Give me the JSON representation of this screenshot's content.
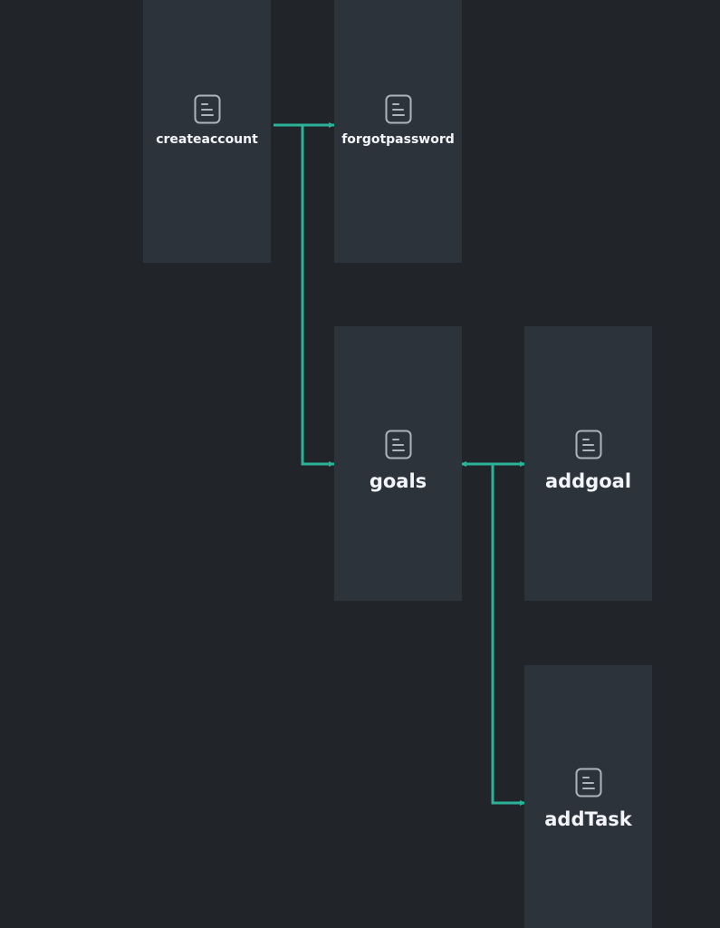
{
  "colors": {
    "background": "#212529",
    "node": "#2d333b",
    "connector": "#2bb39a",
    "icon_stroke": "#aeb4bd",
    "label": "#f2f4f7"
  },
  "nodes": [
    {
      "id": "createaccount",
      "label": "createaccount",
      "icon": "page-icon"
    },
    {
      "id": "forgotpassword",
      "label": "forgotpassword",
      "icon": "page-icon"
    },
    {
      "id": "goals",
      "label": "goals",
      "icon": "page-icon"
    },
    {
      "id": "addgoal",
      "label": "addgoal",
      "icon": "page-icon"
    },
    {
      "id": "addTask",
      "label": "addTask",
      "icon": "page-icon"
    }
  ],
  "connections": [
    {
      "from": "createaccount",
      "to": "forgotpassword"
    },
    {
      "from": "createaccount",
      "to": "goals"
    },
    {
      "from": "goals",
      "to": "addgoal",
      "bidirectional": true
    },
    {
      "from": "goals",
      "to": "addTask"
    }
  ]
}
